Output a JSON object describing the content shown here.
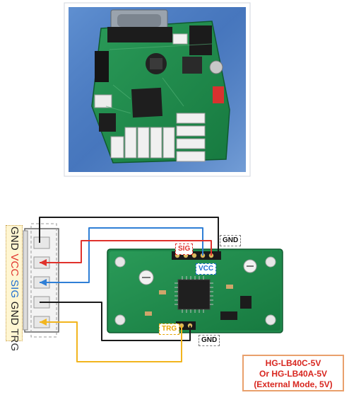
{
  "pin_labels": {
    "gnd_1": "GND",
    "vcc": "VCC",
    "sig": "SIG",
    "gnd_2": "GND",
    "trg": "TRG"
  },
  "tags": {
    "sig": "SIG",
    "gnd_top": "GND",
    "vcc": "VCC",
    "trg": "TRG",
    "gnd_bottom": "GND"
  },
  "model_box": {
    "line1": "HG-LB40C-5V",
    "line2": "Or HG-LB40A-5V",
    "line3": "(External Mode, 5V)"
  },
  "colors": {
    "wire_gnd": "#1a1a1a",
    "wire_vcc": "#e0322c",
    "wire_sig": "#2f7fd6",
    "wire_trg": "#f2b51e",
    "pcb_green": "#1f8a4c",
    "photo_bg": "#4f80c6"
  }
}
